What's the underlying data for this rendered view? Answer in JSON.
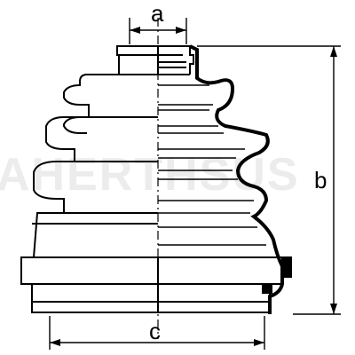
{
  "diagram": {
    "labels": {
      "a": "a",
      "b": "b",
      "c": "c"
    },
    "watermark": "AHERTHSUS"
  },
  "colors": {
    "line": "#000000",
    "background": "#ffffff"
  }
}
